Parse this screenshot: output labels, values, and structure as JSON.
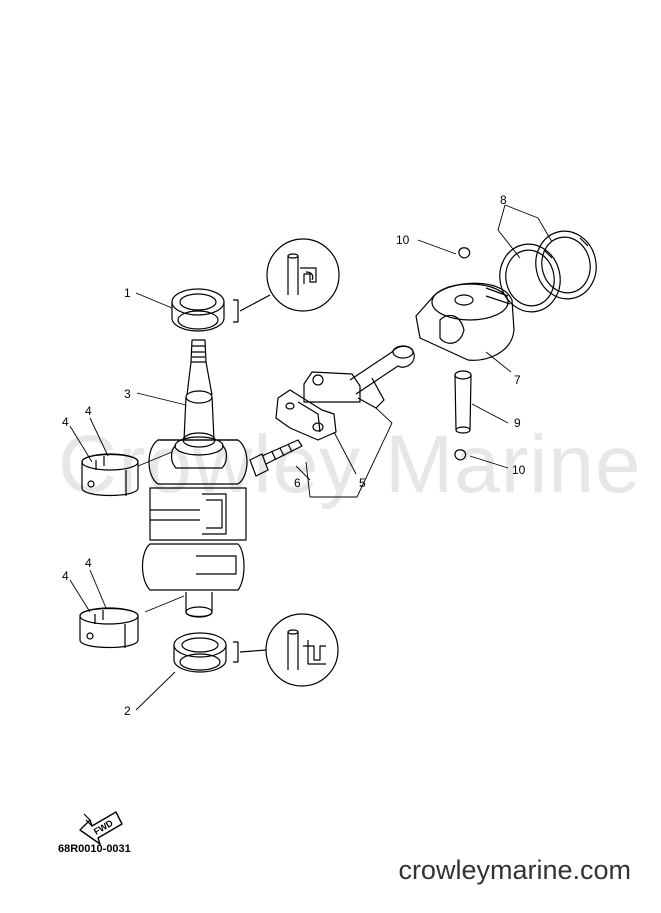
{
  "watermark": "Crowley Marine",
  "part_code": "68R0010-0031",
  "site": "crowleymarine.com",
  "fwd_label": "FWD",
  "callouts": {
    "c1": "1",
    "c2": "2",
    "c3": "3",
    "c4a": "4",
    "c4b": "4",
    "c4c": "4",
    "c4d": "4",
    "c5": "5",
    "c6": "6",
    "c7": "7",
    "c8": "8",
    "c9": "9",
    "c10a": "10",
    "c10b": "10"
  }
}
